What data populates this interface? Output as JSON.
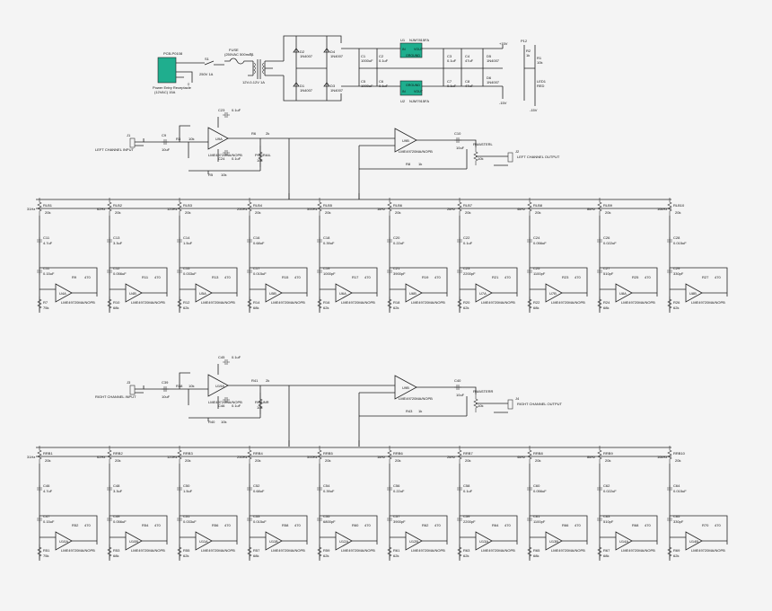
{
  "colors": {
    "background": "#f4f4f4",
    "wire": "#222222",
    "component_fill": "#1fae8e"
  },
  "power": {
    "receptacle_ref": "PCB-P0108",
    "receptacle_desc_1": "Power Entry Receptacle",
    "receptacle_desc_2": "(12VAC) 15A",
    "switch_ref": "S1",
    "switch_desc": "250V 1A",
    "fuse_label": "FUSE",
    "fuse_desc": "(250VAC 500mA)",
    "transformer_ref": "T1",
    "transformer_desc": "12V-0-12V 1A",
    "diodes": [
      {
        "ref": "D2",
        "part": "1N4007"
      },
      {
        "ref": "D4",
        "part": "1N4007"
      },
      {
        "ref": "D1",
        "part": "1N4007"
      },
      {
        "ref": "D3",
        "part": "1N4007"
      }
    ],
    "reg_pos": {
      "ref": "U1",
      "part": "NJM7815FA",
      "pin_in": "IN",
      "pin_out": "VOUT",
      "pin_gnd": "GROUND"
    },
    "reg_neg": {
      "ref": "U2",
      "part": "NJM7915FA",
      "pin_in": "IN",
      "pin_out": "VOUT",
      "pin_gnd": "GROUND"
    },
    "caps": [
      {
        "ref": "C1",
        "val": "1000uF"
      },
      {
        "ref": "C2",
        "val": "0.1uF"
      },
      {
        "ref": "C3",
        "val": "0.1uF"
      },
      {
        "ref": "C4",
        "val": "47uF"
      },
      {
        "ref": "C5",
        "val": "1000uF"
      },
      {
        "ref": "C6",
        "val": "0.1uF"
      },
      {
        "ref": "C7",
        "val": "0.1uF"
      },
      {
        "ref": "C8",
        "val": "47uF"
      }
    ],
    "out_diodes": [
      {
        "ref": "D5",
        "part": "1N4007"
      },
      {
        "ref": "D6",
        "part": "1N4007"
      }
    ],
    "rail_pos": "+15V",
    "rail_neg": "-15V",
    "led": {
      "ref": "LED1",
      "part": "RED"
    },
    "led_resistor": {
      "ref": "R1",
      "val": "10k"
    },
    "res_top": {
      "ref": "R2",
      "val": "1k"
    },
    "p12_label": "P12"
  },
  "channels": [
    {
      "name": "left",
      "input_label": "LEFT CHANNEL INPUT",
      "input_jack": "J1",
      "output_label": "LEFT CHANNEL OUTPUT",
      "output_jack": "J2",
      "in_cap": {
        "ref": "C9",
        "val": "10uF"
      },
      "in_res": {
        "ref": "R3",
        "val": "1k"
      },
      "in_res2": {
        "ref": "R4",
        "val": "10k"
      },
      "buffer_ref": "U9A",
      "opamp_part": "LME49720MA/NOPB",
      "fb_res": {
        "ref": "R5",
        "val": "10k"
      },
      "r_out": {
        "ref": "R6",
        "val": "2k"
      },
      "pot": "POGRAIL",
      "pot_val": "10k",
      "sum_ref": "U9B",
      "sum_cap": {
        "ref": "C10",
        "val": "10uF"
      },
      "master": "RMASTERL",
      "master_val": "10k",
      "sum_fb": {
        "ref": "R8",
        "val": "1k"
      },
      "bypass_caps": [
        {
          "ref": "C23",
          "val": "0.1uF"
        },
        {
          "ref": "C24",
          "val": "0.1uF"
        }
      ]
    },
    {
      "name": "right",
      "input_label": "RIGHT CHANNEL INPUT",
      "input_jack": "J3",
      "output_label": "RIGHT CHANNEL OUTPUT",
      "output_jack": "J4",
      "in_cap": {
        "ref": "C39",
        "val": "10uF"
      },
      "in_res": {
        "ref": "R38",
        "val": "1k"
      },
      "in_res2": {
        "ref": "R39",
        "val": "10k"
      },
      "buffer_ref": "U19A",
      "opamp_part": "LME49720MA/NOPB",
      "fb_res": {
        "ref": "R40",
        "val": "10k"
      },
      "r_out": {
        "ref": "R41",
        "val": "2k"
      },
      "pot": "RGAINR",
      "pot_val": "10k",
      "sum_ref": "U9B",
      "sum_cap": {
        "ref": "C40",
        "val": "10uF"
      },
      "master": "RMASTERR",
      "master_val": "10k",
      "sum_fb": {
        "ref": "R43",
        "val": "1k"
      },
      "bypass_caps": [
        {
          "ref": "C45",
          "val": "0.1uF"
        },
        {
          "ref": "C46",
          "val": "0.1uF"
        }
      ]
    }
  ],
  "bands_left": [
    {
      "freq": "31Hz",
      "slider": "RLB1",
      "sv": "20k",
      "c1": "C11",
      "c1v": "4.7uF",
      "c2": "C11",
      "c2v": "0.15uF",
      "r": "R7",
      "rv": "75k",
      "ra": "R9",
      "rav": "470",
      "opamp": "U4A"
    },
    {
      "freq": "62Hz",
      "slider": "RLB2",
      "sv": "20k",
      "c1": "C13",
      "c1v": "3.3uF",
      "c2": "C12",
      "c2v": "0.056uF",
      "r": "R10",
      "rv": "68k",
      "ra": "R11",
      "rav": "470",
      "opamp": "U4B"
    },
    {
      "freq": "125Hz",
      "slider": "RLB3",
      "sv": "20k",
      "c1": "C14",
      "c1v": "1.5uF",
      "c2": "C15",
      "c2v": "0.033uF",
      "r": "R12",
      "rv": "62k",
      "ra": "R13",
      "rav": "470",
      "opamp": "U5A"
    },
    {
      "freq": "250Hz",
      "slider": "RLB4",
      "sv": "20k",
      "c1": "C16",
      "c1v": "0.68uF",
      "c2": "C17",
      "c2v": "0.015uF",
      "r": "R14",
      "rv": "68k",
      "ra": "R15",
      "rav": "470",
      "opamp": "U5B"
    },
    {
      "freq": "500Hz",
      "slider": "RLB5",
      "sv": "20k",
      "c1": "C18",
      "c1v": "0.39uF",
      "c2": "C19",
      "c2v": "1000pF",
      "r": "R16",
      "rv": "62k",
      "ra": "R17",
      "rav": "470",
      "opamp": "U6A"
    },
    {
      "freq": "1kHz",
      "slider": "RLB6",
      "sv": "20k",
      "c1": "C20",
      "c1v": "0.22uF",
      "c2": "C21",
      "c2v": "3900pF",
      "r": "R18",
      "rv": "62k",
      "ra": "R19",
      "rav": "470",
      "opamp": "U6B"
    },
    {
      "freq": "2kHz",
      "slider": "RLB7",
      "sv": "20k",
      "c1": "C22",
      "c1v": "0.1uF",
      "c2": "C23",
      "c2v": "2200pF",
      "r": "R20",
      "rv": "62k",
      "ra": "R21",
      "rav": "470",
      "opamp": "U7A"
    },
    {
      "freq": "4kHz",
      "slider": "RLB8",
      "sv": "20k",
      "c1": "C24",
      "c1v": "0.056uF",
      "c2": "C25",
      "c2v": "1100pF",
      "r": "R22",
      "rv": "68k",
      "ra": "R23",
      "rav": "470",
      "opamp": "U7B"
    },
    {
      "freq": "8kHz",
      "slider": "RLB9",
      "sv": "20k",
      "c1": "C26",
      "c1v": "0.022uF",
      "c2": "C27",
      "c2v": "510pF",
      "r": "R24",
      "rv": "68k",
      "ra": "R25",
      "rav": "470",
      "opamp": "U8A"
    },
    {
      "freq": "16kHz",
      "slider": "RLB10",
      "sv": "20k",
      "c1": "C28",
      "c1v": "0.015uF",
      "c2": "C29",
      "c2v": "330pF",
      "r": "R26",
      "rv": "62k",
      "ra": "R27",
      "rav": "470",
      "opamp": "U8B"
    }
  ],
  "bands_right": [
    {
      "freq": "31Hz",
      "slider": "RRB1",
      "sv": "20k",
      "c1": "C46",
      "c1v": "4.7uF",
      "c2": "C47",
      "c2v": "0.15uF",
      "r": "R51",
      "rv": "75k",
      "ra": "R52",
      "rav": "470",
      "opamp": "U10A"
    },
    {
      "freq": "62Hz",
      "slider": "RRB2",
      "sv": "20k",
      "c1": "C48",
      "c1v": "3.3uF",
      "c2": "C49",
      "c2v": "0.056uF",
      "r": "R53",
      "rv": "68k",
      "ra": "R54",
      "rav": "470",
      "opamp": "U10B"
    },
    {
      "freq": "125Hz",
      "slider": "RRB3",
      "sv": "20k",
      "c1": "C50",
      "c1v": "1.5uF",
      "c2": "C51",
      "c2v": "0.033uF",
      "r": "R55",
      "rv": "62k",
      "ra": "R56",
      "rav": "470",
      "opamp": "U11A"
    },
    {
      "freq": "250Hz",
      "slider": "RRB4",
      "sv": "20k",
      "c1": "C52",
      "c1v": "0.68uF",
      "c2": "C53",
      "c2v": "0.015uF",
      "r": "R57",
      "rv": "68k",
      "ra": "R58",
      "rav": "470",
      "opamp": "U11B"
    },
    {
      "freq": "500Hz",
      "slider": "RRB5",
      "sv": "20k",
      "c1": "C54",
      "c1v": "0.39uF",
      "c2": "C55",
      "c2v": "6800pF",
      "r": "R59",
      "rv": "62k",
      "ra": "R60",
      "rav": "470",
      "opamp": "U12A"
    },
    {
      "freq": "1kHz",
      "slider": "RRB6",
      "sv": "20k",
      "c1": "C56",
      "c1v": "0.22uF",
      "c2": "C57",
      "c2v": "3900pF",
      "r": "R61",
      "rv": "62k",
      "ra": "R62",
      "rav": "470",
      "opamp": "U12B"
    },
    {
      "freq": "2kHz",
      "slider": "RRB7",
      "sv": "20k",
      "c1": "C58",
      "c1v": "0.1uF",
      "c2": "C59",
      "c2v": "2200pF",
      "r": "R63",
      "rv": "62k",
      "ra": "R64",
      "rav": "470",
      "opamp": "U13A"
    },
    {
      "freq": "4kHz",
      "slider": "RRB8",
      "sv": "20k",
      "c1": "C60",
      "c1v": "0.056uF",
      "c2": "C61",
      "c2v": "1100pF",
      "r": "R65",
      "rv": "68k",
      "ra": "R66",
      "rav": "470",
      "opamp": "U13B"
    },
    {
      "freq": "8kHz",
      "slider": "RRB9",
      "sv": "20k",
      "c1": "C62",
      "c1v": "0.022uF",
      "c2": "C63",
      "c2v": "510pF",
      "r": "R67",
      "rv": "68k",
      "ra": "R68",
      "rav": "470",
      "opamp": "U14A"
    },
    {
      "freq": "16kHz",
      "slider": "RRB10",
      "sv": "20k",
      "c1": "C64",
      "c1v": "0.015uF",
      "c2": "C65",
      "c2v": "330pF",
      "r": "R69",
      "rv": "62k",
      "ra": "R70",
      "rav": "470",
      "opamp": "U14B"
    }
  ]
}
